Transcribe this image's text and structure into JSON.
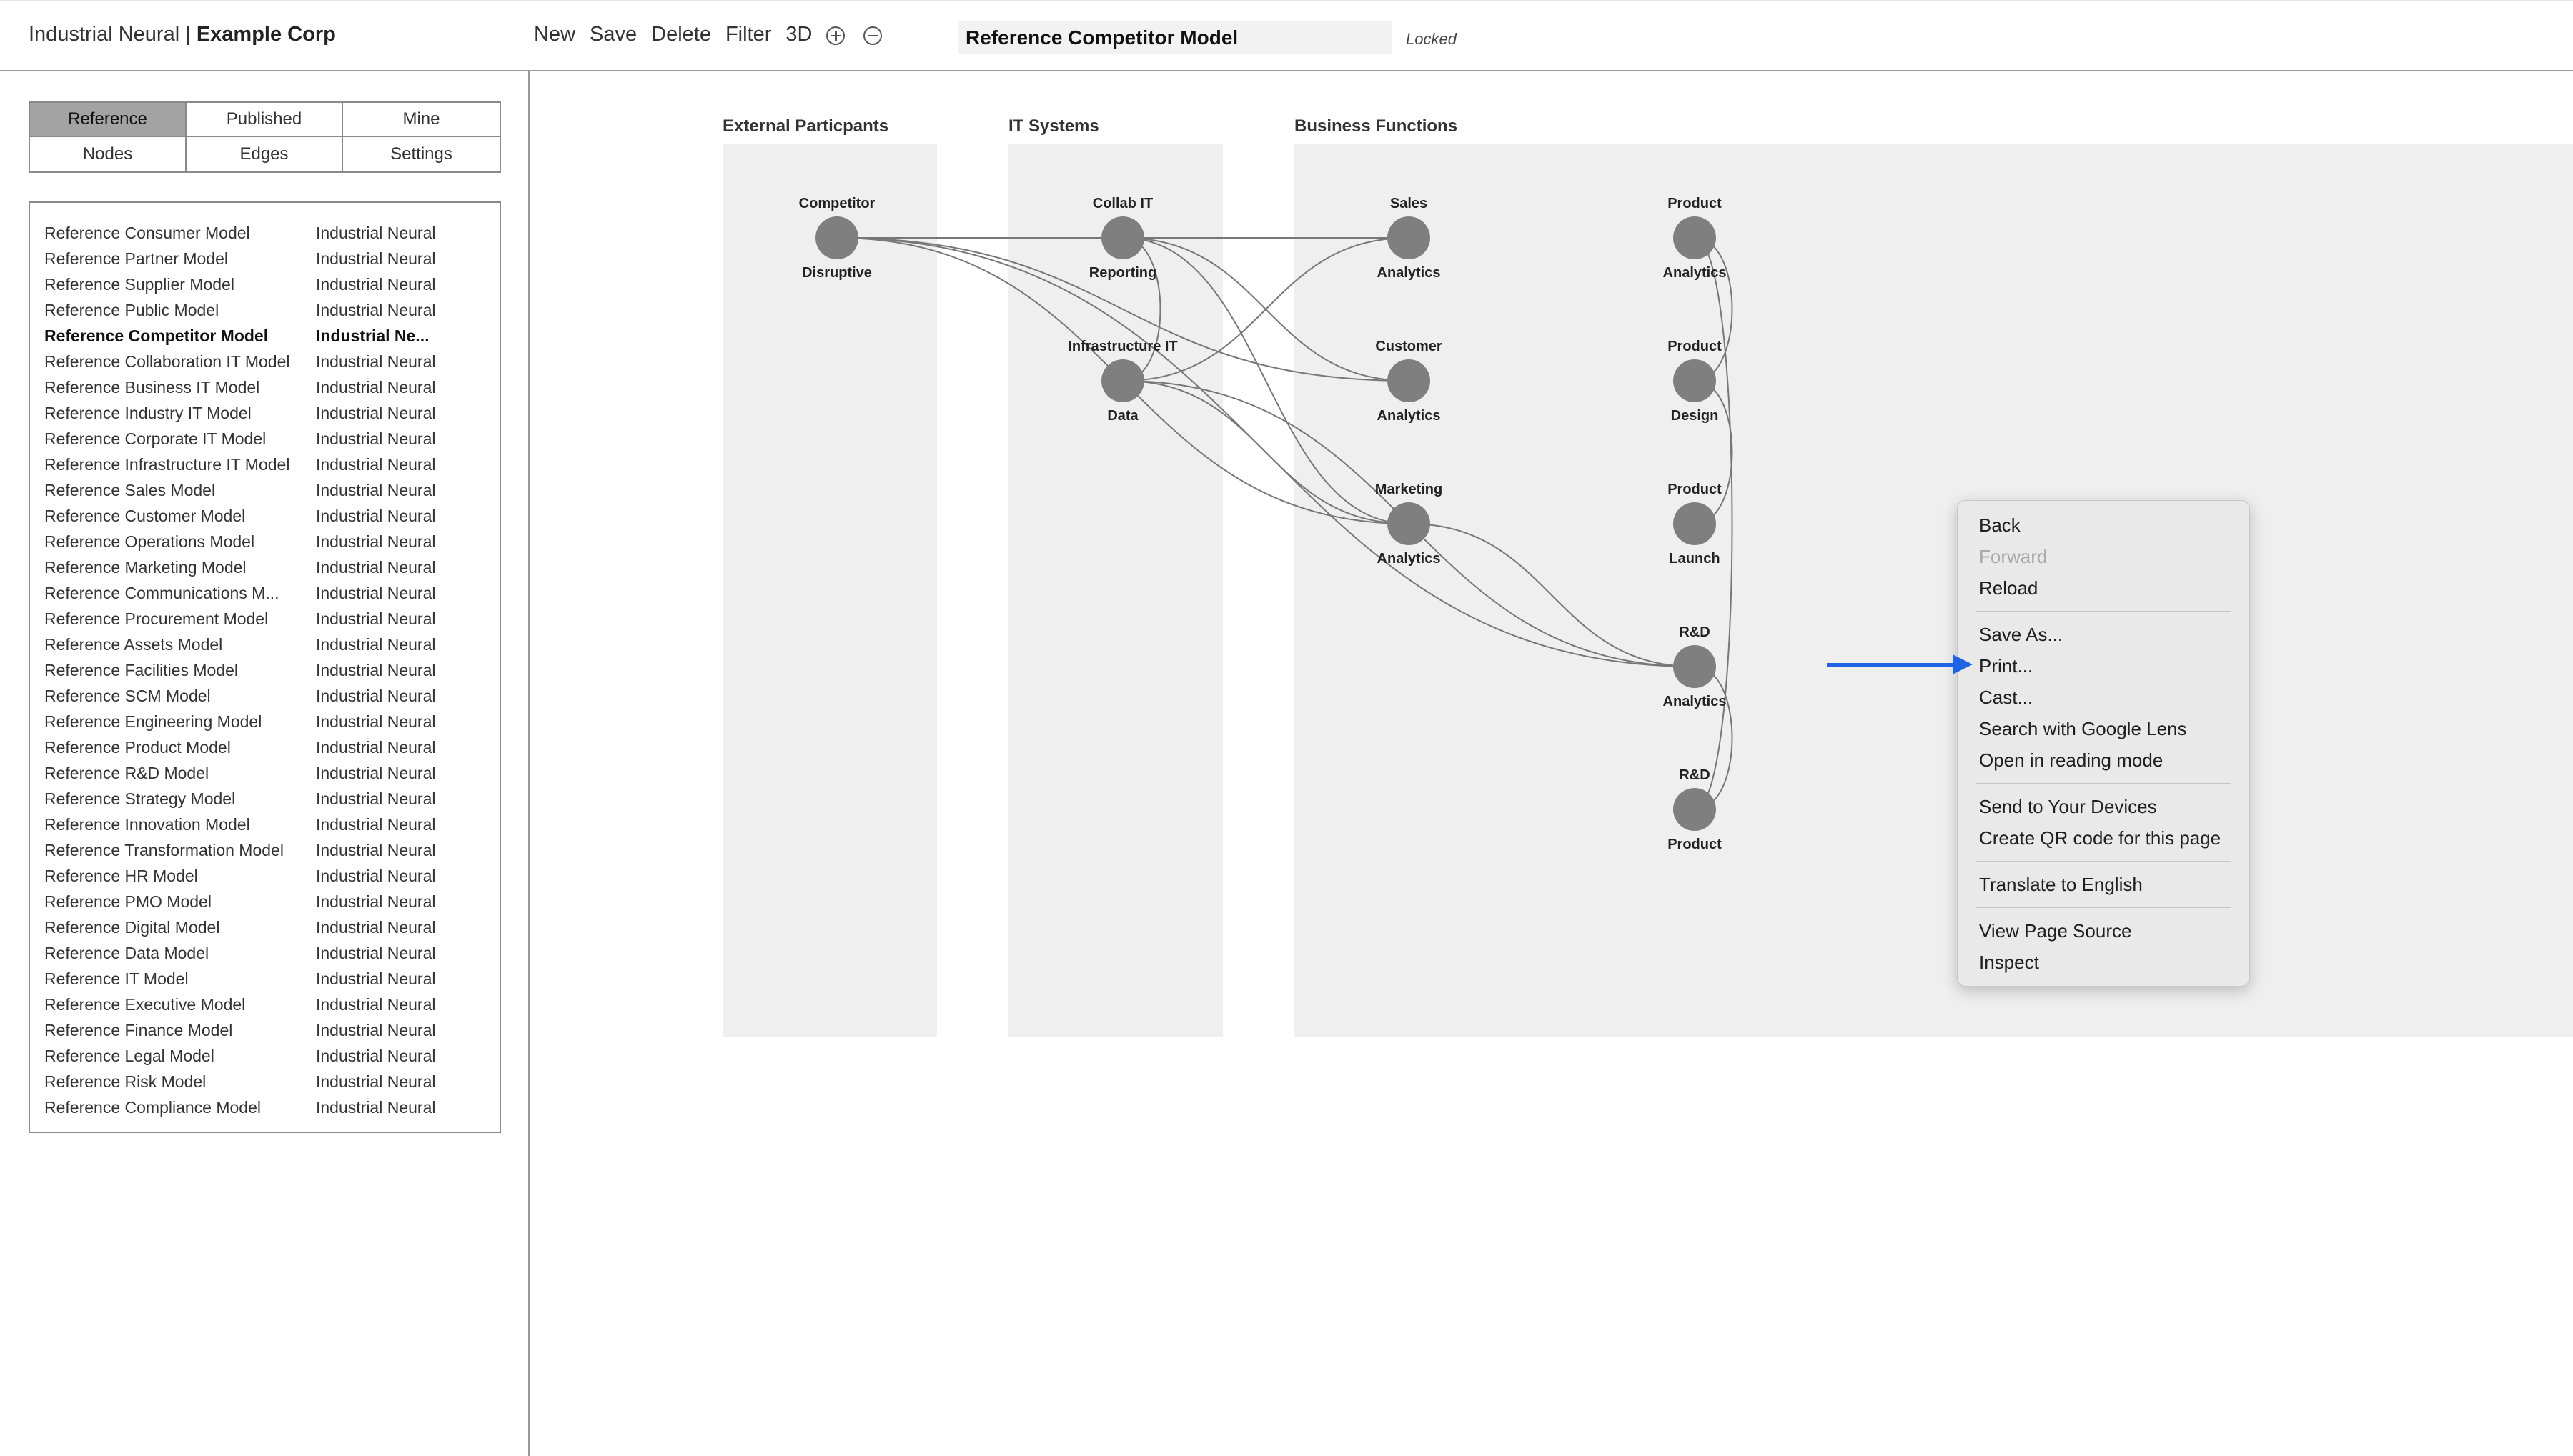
{
  "header": {
    "brand": "Industrial Neural",
    "separator": "|",
    "company": "Example Corp",
    "toolbar": [
      "New",
      "Save",
      "Delete",
      "Filter",
      "3D"
    ],
    "zoom_in_icon": "plus-circle-icon",
    "zoom_out_icon": "minus-circle-icon",
    "model_title": "Reference Competitor Model",
    "lock_status": "Locked"
  },
  "sidebar": {
    "tabs": [
      {
        "label": "Reference",
        "active": true
      },
      {
        "label": "Published",
        "active": false
      },
      {
        "label": "Mine",
        "active": false
      },
      {
        "label": "Nodes",
        "active": false
      },
      {
        "label": "Edges",
        "active": false
      },
      {
        "label": "Settings",
        "active": false
      }
    ],
    "models": [
      {
        "name": "Reference Consumer Model",
        "owner": "Industrial Neural"
      },
      {
        "name": "Reference Partner Model",
        "owner": "Industrial Neural"
      },
      {
        "name": "Reference Supplier Model",
        "owner": "Industrial Neural"
      },
      {
        "name": "Reference Public Model",
        "owner": "Industrial Neural"
      },
      {
        "name": "Reference Competitor Model",
        "owner": "Industrial Ne...",
        "selected": true
      },
      {
        "name": "Reference Collaboration IT Model",
        "owner": "Industrial Neural"
      },
      {
        "name": "Reference Business IT Model",
        "owner": "Industrial Neural"
      },
      {
        "name": "Reference Industry IT Model",
        "owner": "Industrial Neural"
      },
      {
        "name": "Reference Corporate IT Model",
        "owner": "Industrial Neural"
      },
      {
        "name": "Reference Infrastructure IT Model",
        "owner": "Industrial Neural"
      },
      {
        "name": "Reference Sales Model",
        "owner": "Industrial Neural"
      },
      {
        "name": "Reference Customer Model",
        "owner": "Industrial Neural"
      },
      {
        "name": "Reference Operations Model",
        "owner": "Industrial Neural"
      },
      {
        "name": "Reference Marketing Model",
        "owner": "Industrial Neural"
      },
      {
        "name": "Reference Communications M...",
        "owner": "Industrial Neural"
      },
      {
        "name": "Reference Procurement Model",
        "owner": "Industrial Neural"
      },
      {
        "name": "Reference Assets Model",
        "owner": "Industrial Neural"
      },
      {
        "name": "Reference Facilities Model",
        "owner": "Industrial Neural"
      },
      {
        "name": "Reference SCM Model",
        "owner": "Industrial Neural"
      },
      {
        "name": "Reference Engineering Model",
        "owner": "Industrial Neural"
      },
      {
        "name": "Reference Product Model",
        "owner": "Industrial Neural"
      },
      {
        "name": "Reference R&D Model",
        "owner": "Industrial Neural"
      },
      {
        "name": "Reference Strategy Model",
        "owner": "Industrial Neural"
      },
      {
        "name": "Reference Innovation Model",
        "owner": "Industrial Neural"
      },
      {
        "name": "Reference Transformation Model",
        "owner": "Industrial Neural"
      },
      {
        "name": "Reference HR Model",
        "owner": "Industrial Neural"
      },
      {
        "name": "Reference PMO Model",
        "owner": "Industrial Neural"
      },
      {
        "name": "Reference Digital Model",
        "owner": "Industrial Neural"
      },
      {
        "name": "Reference Data Model",
        "owner": "Industrial Neural"
      },
      {
        "name": "Reference IT Model",
        "owner": "Industrial Neural"
      },
      {
        "name": "Reference Executive Model",
        "owner": "Industrial Neural"
      },
      {
        "name": "Reference Finance Model",
        "owner": "Industrial Neural"
      },
      {
        "name": "Reference Legal Model",
        "owner": "Industrial Neural"
      },
      {
        "name": "Reference Risk Model",
        "owner": "Industrial Neural"
      },
      {
        "name": "Reference Compliance Model",
        "owner": "Industrial Neural"
      }
    ]
  },
  "diagram": {
    "columns": [
      {
        "label": "External Particpants"
      },
      {
        "label": "IT Systems"
      },
      {
        "label": "Business Functions"
      }
    ],
    "nodes": [
      {
        "id": "competitor",
        "top": "Competitor",
        "bottom": "Disruptive"
      },
      {
        "id": "collab",
        "top": "Collab IT",
        "bottom": "Reporting"
      },
      {
        "id": "infra",
        "top": "Infrastructure IT",
        "bottom": "Data"
      },
      {
        "id": "sales",
        "top": "Sales",
        "bottom": "Analytics"
      },
      {
        "id": "customer",
        "top": "Customer",
        "bottom": "Analytics"
      },
      {
        "id": "marketing",
        "top": "Marketing",
        "bottom": "Analytics"
      },
      {
        "id": "prod_analytics",
        "top": "Product",
        "bottom": "Analytics"
      },
      {
        "id": "prod_design",
        "top": "Product",
        "bottom": "Design"
      },
      {
        "id": "prod_launch",
        "top": "Product",
        "bottom": "Launch"
      },
      {
        "id": "rd_analytics",
        "top": "R&D",
        "bottom": "Analytics"
      },
      {
        "id": "rd_product",
        "top": "R&D",
        "bottom": "Product"
      }
    ],
    "edges": [
      [
        "competitor",
        "collab"
      ],
      [
        "competitor",
        "sales"
      ],
      [
        "competitor",
        "customer"
      ],
      [
        "competitor",
        "marketing"
      ],
      [
        "competitor",
        "rd_analytics"
      ],
      [
        "collab",
        "infra"
      ],
      [
        "collab",
        "customer"
      ],
      [
        "collab",
        "marketing"
      ],
      [
        "infra",
        "marketing"
      ],
      [
        "infra",
        "sales"
      ],
      [
        "infra",
        "rd_analytics"
      ],
      [
        "marketing",
        "rd_analytics"
      ],
      [
        "prod_analytics",
        "prod_design"
      ],
      [
        "prod_design",
        "prod_launch"
      ],
      [
        "prod_analytics",
        "rd_product"
      ],
      [
        "rd_analytics",
        "rd_product"
      ]
    ]
  },
  "context_menu": {
    "items": [
      {
        "label": "Back"
      },
      {
        "label": "Forward",
        "disabled": true
      },
      {
        "label": "Reload"
      },
      {
        "sep": true
      },
      {
        "label": "Save As..."
      },
      {
        "label": "Print..."
      },
      {
        "label": "Cast..."
      },
      {
        "label": "Search with Google Lens"
      },
      {
        "label": "Open in reading mode"
      },
      {
        "sep": true
      },
      {
        "label": "Send to Your Devices"
      },
      {
        "label": "Create QR code for this page"
      },
      {
        "sep": true
      },
      {
        "label": "Translate to English"
      },
      {
        "sep": true
      },
      {
        "label": "View Page Source"
      },
      {
        "label": "Inspect"
      }
    ]
  },
  "colors": {
    "accent_arrow": "#1e63e6",
    "node_fill": "#7f7f7f",
    "tab_active": "#a3a3a3",
    "column_bg": "#efefef"
  }
}
